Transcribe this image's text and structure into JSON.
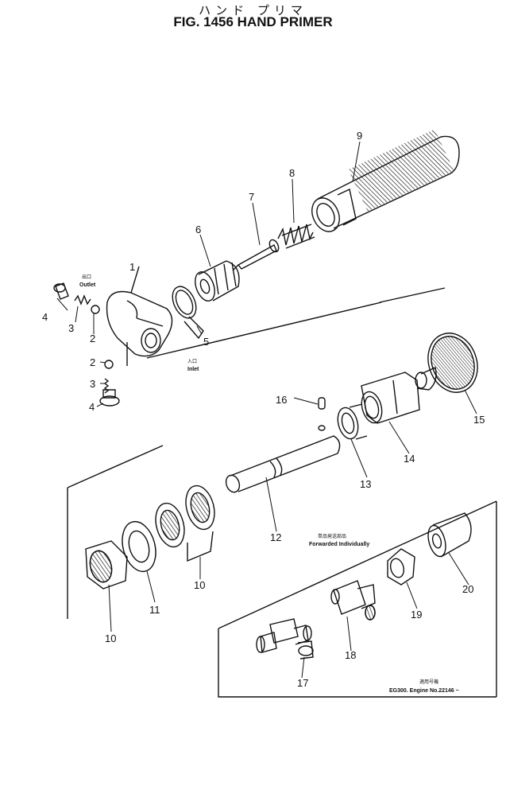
{
  "header": {
    "title_jp": "ハンド プリマ",
    "title": "FIG. 1456  HAND PRIMER"
  },
  "labels": {
    "outlet_jp": "出口",
    "outlet": "Outlet",
    "inlet_jp": "入口",
    "inlet": "Inlet",
    "forwarded_jp": "単品発送部品",
    "forwarded": "Forwarded Individually",
    "applicable_jp": "適用号機",
    "applicable": "EG300.  Engine No.22146 ~"
  },
  "callouts": {
    "p1": "1",
    "p2a": "2",
    "p2b": "2",
    "p3a": "3",
    "p3b": "3",
    "p4a": "4",
    "p4b": "4",
    "p5": "5",
    "p6": "6",
    "p7": "7",
    "p8": "8",
    "p9": "9",
    "p10a": "10",
    "p10b": "10",
    "p11": "11",
    "p12": "12",
    "p13": "13",
    "p14": "14",
    "p15": "15",
    "p16": "16",
    "p17": "17",
    "p18": "18",
    "p19": "19",
    "p20": "20"
  }
}
